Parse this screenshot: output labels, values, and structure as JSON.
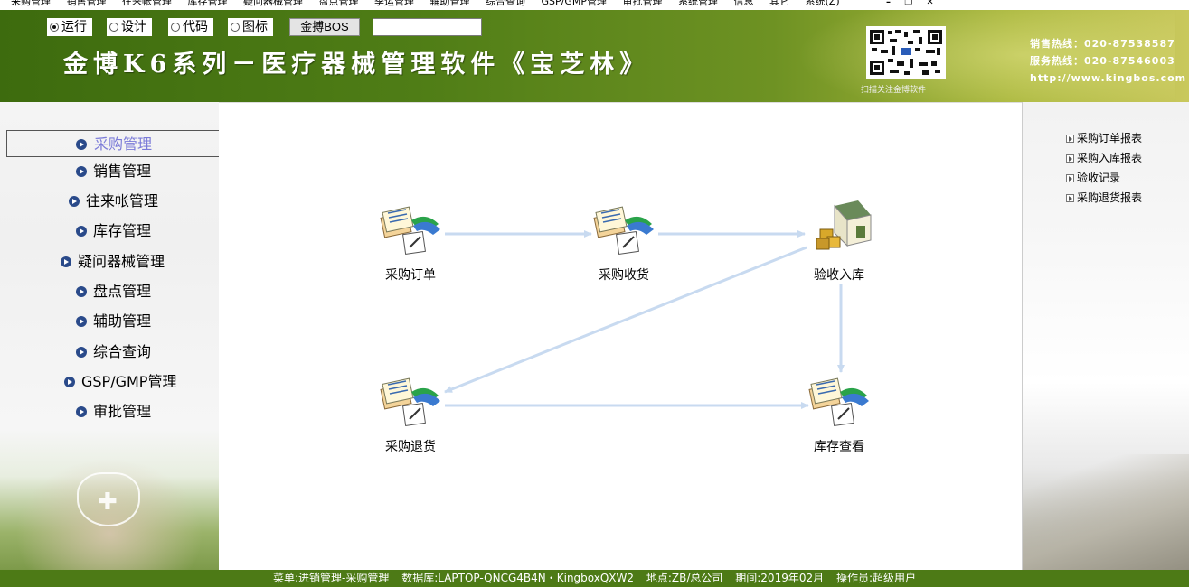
{
  "menubar": {
    "items": [
      "采购管理",
      "销售管理",
      "往来帐管理",
      "库存管理",
      "疑问器械管理",
      "盘点管理",
      "季运管理",
      "辅助管理",
      "综合查询",
      "GSP/GMP管理",
      "审批管理",
      "系统管理",
      "信息",
      "其它",
      "系统(Z)"
    ],
    "window_controls": [
      "–",
      "❐",
      "✕"
    ]
  },
  "header": {
    "mode_options": [
      {
        "label": "运行",
        "selected": true
      },
      {
        "label": "设计",
        "selected": false
      },
      {
        "label": "代码",
        "selected": false
      },
      {
        "label": "图标",
        "selected": false
      }
    ],
    "bos_button": "金搏BOS",
    "search_value": "",
    "title": "金博K6系列－医疗器械管理软件《宝芝林》",
    "qr_caption": "扫描关注金博软件",
    "contact": {
      "sales": "销售热线：020-87538587",
      "service": "服务热线：020-87546003",
      "website": "http://www.kingbos.com"
    }
  },
  "sidebar": {
    "items": [
      {
        "label": "采购管理",
        "active": true
      },
      {
        "label": "销售管理",
        "active": false
      },
      {
        "label": "往来帐管理",
        "active": false
      },
      {
        "label": "库存管理",
        "active": false
      },
      {
        "label": "疑问器械管理",
        "active": false
      },
      {
        "label": "盘点管理",
        "active": false
      },
      {
        "label": "辅助管理",
        "active": false
      },
      {
        "label": "综合查询",
        "active": false
      },
      {
        "label": "GSP/GMP管理",
        "active": false
      },
      {
        "label": "审批管理",
        "active": false
      }
    ]
  },
  "flow": {
    "nodes": [
      {
        "id": "order",
        "label": "采购订单",
        "icon": "document-form-icon"
      },
      {
        "id": "receive",
        "label": "采购收货",
        "icon": "document-form-icon"
      },
      {
        "id": "inbound",
        "label": "验收入库",
        "icon": "warehouse-icon"
      },
      {
        "id": "return",
        "label": "采购退货",
        "icon": "document-form-icon"
      },
      {
        "id": "stock",
        "label": "库存查看",
        "icon": "document-form-icon"
      }
    ]
  },
  "reports": {
    "links": [
      "采购订单报表",
      "采购入库报表",
      "验收记录",
      "采购退货报表"
    ]
  },
  "statusbar": {
    "menu": "菜单:进销管理-采购管理",
    "database": "数据库:LAPTOP-QNCG4B4N・KingboxQXW2",
    "location": "地点:ZB/总公司",
    "period": "期间:2019年02月",
    "operator": "操作员:超级用户"
  },
  "colors": {
    "banner_green": "#4f7d16",
    "status_green": "#4d7a16",
    "active_nav_text": "#7b7bd8",
    "arrow": "#c8daf0"
  }
}
